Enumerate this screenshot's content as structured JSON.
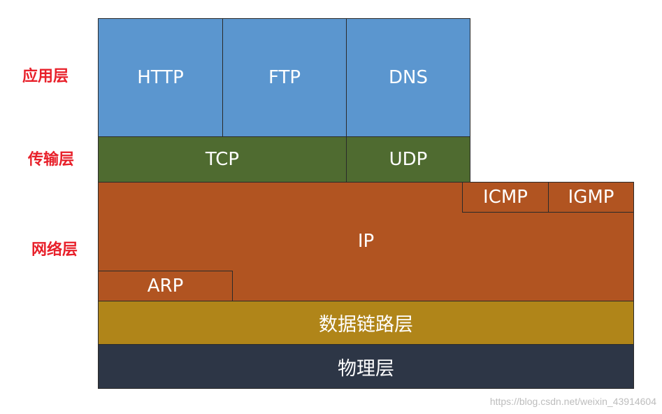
{
  "layer_labels": {
    "application": "应用层",
    "transport": "传输层",
    "network": "网络层"
  },
  "blocks": {
    "http": "HTTP",
    "ftp": "FTP",
    "dns": "DNS",
    "tcp": "TCP",
    "udp": "UDP",
    "ip": "IP",
    "icmp": "ICMP",
    "igmp": "IGMP",
    "arp": "ARP",
    "data_link": "数据链路层",
    "physical": "物理层"
  },
  "watermark": "https://blog.csdn.net/weixin_43914604",
  "colors": {
    "label_red": "#e8202a",
    "application": "#5b96cf",
    "transport": "#4f6b30",
    "network": "#b15421",
    "data_link": "#b08519",
    "physical": "#2d3646"
  }
}
